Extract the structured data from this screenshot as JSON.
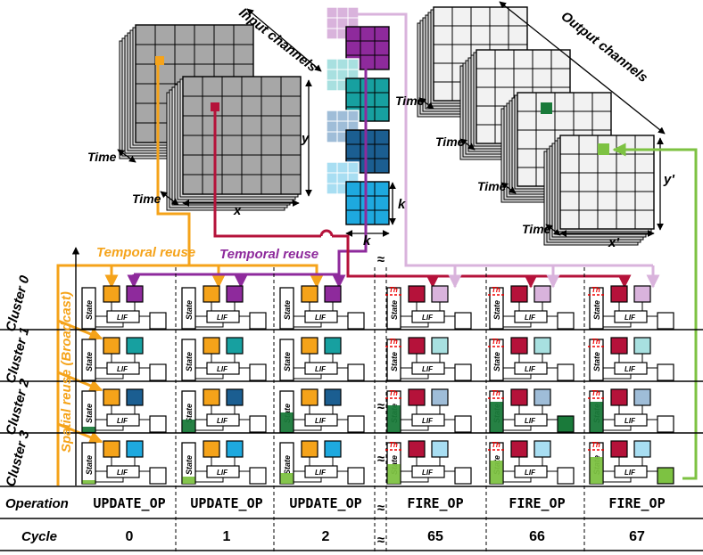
{
  "labels": {
    "input_channels": "Input channels",
    "output_channels": "Output channels",
    "time": "Time",
    "x": "x",
    "y": "y",
    "k": "k",
    "x_prime": "x'",
    "y_prime": "y'",
    "temporal_reuse": "Temporal reuse",
    "spatial_reuse": "Spatial reuse (Broadcast)",
    "state": "State",
    "lif": "LIF",
    "th": "Th",
    "break_mark": "≈"
  },
  "clusters": [
    "Cluster 0",
    "Cluster 1",
    "Cluster 2",
    "Cluster 3"
  ],
  "operation_label": "Operation",
  "cycle_label": "Cycle",
  "columns": [
    {
      "operation": "UPDATE_OP",
      "cycle": "0"
    },
    {
      "operation": "UPDATE_OP",
      "cycle": "1"
    },
    {
      "operation": "UPDATE_OP",
      "cycle": "2"
    },
    {
      "operation": "FIRE_OP",
      "cycle": "65"
    },
    {
      "operation": "FIRE_OP",
      "cycle": "66"
    },
    {
      "operation": "FIRE_OP",
      "cycle": "67"
    }
  ],
  "colors": {
    "orange": "#f5a31a",
    "purple": "#8e2a9c",
    "pink": "#d9b3dc",
    "crimson": "#b5123a",
    "lime": "#7dc242",
    "dark_green": "#1a7a3a",
    "grid_gray": "#a7a7a7",
    "filter_colors": [
      "#8e2a9c",
      "#17a0a0",
      "#1b5e91",
      "#1ea9df"
    ],
    "filter_light": [
      "#d9b3dc",
      "#a8e0e0",
      "#9fbdd8",
      "#a8def2"
    ]
  }
}
